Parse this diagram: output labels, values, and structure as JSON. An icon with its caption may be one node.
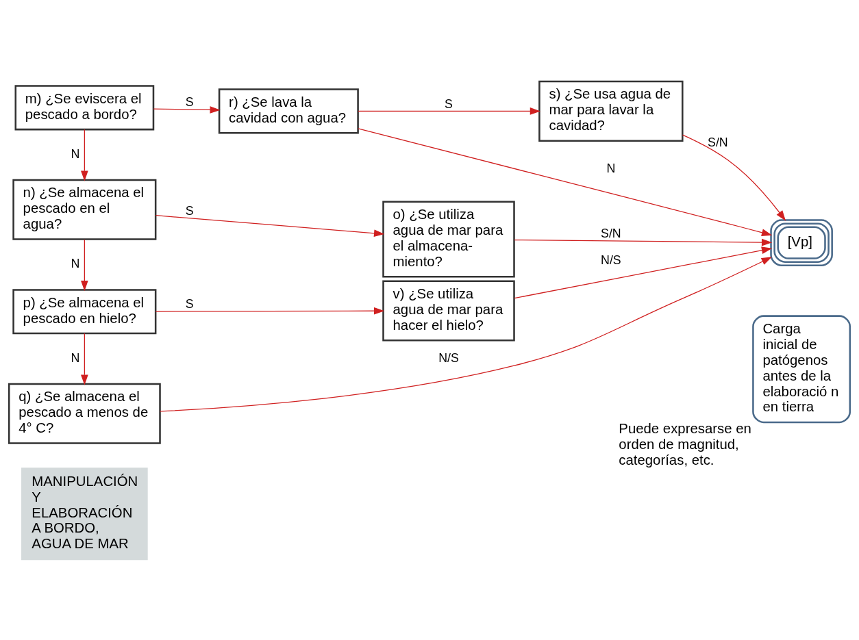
{
  "diagram": {
    "nodes": [
      {
        "text": [
          "MANIPULACIÓN Y ELABORACIÓN A BORDO, AGUA DE MAR"
        ]
      },
      {
        "text": [
          "m) ¿Se eviscera el pescado a bordo?"
        ]
      },
      {
        "text": [
          "r) ¿Se lava la cavidad con agua?"
        ]
      },
      {
        "text": [
          "s) ¿Se usa agua de mar para lavar la cavidad?"
        ]
      },
      {
        "text": [
          "n) ¿Se almacena el pescado en el agua?"
        ]
      },
      {
        "text": [
          "o) ¿Se utiliza agua de mar para el almacena- miento?"
        ]
      },
      {
        "text": [
          "p) ¿Se almacena el pescado en hielo?"
        ]
      },
      {
        "text": [
          "v) ¿Se utiliza agua de mar para hacer el hielo?"
        ]
      },
      {
        "text": [
          "q) ¿Se almacena el pescado a menos de 4° C?"
        ]
      },
      {
        "text": [
          "[Vp]"
        ]
      },
      {
        "text": [
          "Carga inicial de patógenos antes de la elaboració n en tierra"
        ],
        "beside": [
          "Puede expresarse en orden de magnitud, categorías, etc."
        ]
      }
    ],
    "edges": [
      {
        "from": 1,
        "to": 2,
        "arrow": "to",
        "label": "S"
      },
      {
        "from": 1,
        "to": 4,
        "arrow": "to",
        "label": "N"
      },
      {
        "from": 2,
        "to": 3,
        "arrow": "to",
        "label": "S"
      },
      {
        "from": 2,
        "to": 9,
        "arrow": "to",
        "label": "N"
      },
      {
        "from": 3,
        "to": 9,
        "arrow": "to",
        "label": "S/N"
      },
      {
        "from": 4,
        "to": 5,
        "arrow": "to",
        "label": "S"
      },
      {
        "from": 4,
        "to": 6,
        "arrow": "to",
        "label": "N"
      },
      {
        "from": 5,
        "to": 9,
        "arrow": "to",
        "label": "S/N"
      },
      {
        "from": 6,
        "to": 7,
        "arrow": "to",
        "label": "S"
      },
      {
        "from": 6,
        "to": 8,
        "arrow": "to",
        "label": "N"
      },
      {
        "from": 7,
        "to": 9,
        "arrow": "to",
        "label": "N/S"
      },
      {
        "from": 8,
        "to": 9,
        "arrow": "to",
        "label": "N/S"
      }
    ]
  }
}
